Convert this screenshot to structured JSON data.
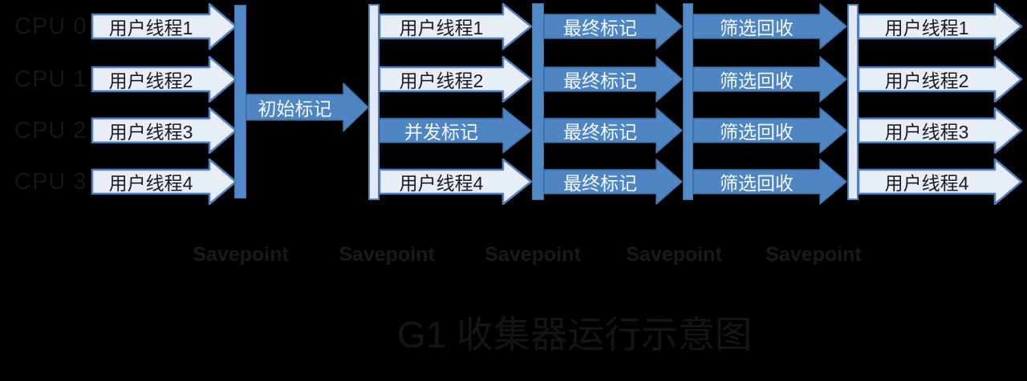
{
  "title": "G1 收集器运行示意图",
  "cpu_labels": [
    "CPU 0",
    "CPU 1",
    "CPU 2",
    "CPU 3"
  ],
  "col1": {
    "rows": [
      "用户线程1",
      "用户线程2",
      "用户线程3",
      "用户线程4"
    ]
  },
  "initial_mark": "初始标记",
  "col2": {
    "rows": [
      "用户线程1",
      "用户线程2",
      "并发标记",
      "用户线程4"
    ]
  },
  "col3": {
    "rows": [
      "最终标记",
      "最终标记",
      "最终标记",
      "最终标记"
    ]
  },
  "col4": {
    "rows": [
      "筛选回收",
      "筛选回收",
      "筛选回收",
      "筛选回收"
    ]
  },
  "col5": {
    "rows": [
      "用户线程1",
      "用户线程2",
      "用户线程3",
      "用户线程4"
    ]
  },
  "savepoints": [
    "Savepoint",
    "Savepoint",
    "Savepoint",
    "Savepoint",
    "Savepoint"
  ],
  "colors": {
    "background": "#000000",
    "user_thread_arrow_fill": "#e8eef7",
    "user_thread_arrow_border": "#4f81bd",
    "gc_phase_arrow_fill": "#4e86c4",
    "gc_phase_arrow_border": "#3f6fa3",
    "stw_bar_fill": "#5289c7",
    "concurrent_bar_fill": "#e3eaf5",
    "gc_phase_text": "#f4f8fc",
    "user_thread_text": "#1c1c1c",
    "faint_text": "#161616"
  }
}
